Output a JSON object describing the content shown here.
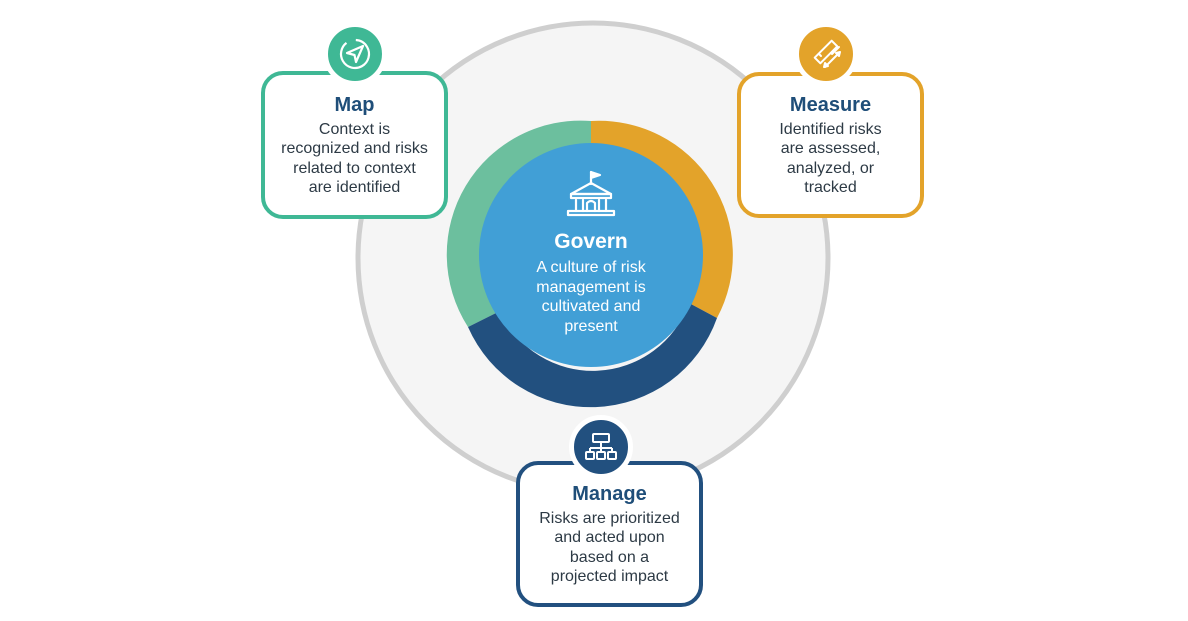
{
  "colors": {
    "map": "#3fb895",
    "measure": "#e3a32a",
    "manage": "#22507f",
    "govern": "#419fd6",
    "outer_ring": "#cfcfcf",
    "outer_fill": "#f5f5f5"
  },
  "govern": {
    "title": "Govern",
    "description": "A culture of risk\nmanagement is\ncultivated and\npresent",
    "icon": "building-icon"
  },
  "map": {
    "title": "Map",
    "description": "Context is\nrecognized and risks\nrelated to context\nare identified",
    "icon": "navigation-arrow-icon"
  },
  "measure": {
    "title": "Measure",
    "description": "Identified risks\nare assessed,\nanalyzed, or\ntracked",
    "icon": "ruler-icon"
  },
  "manage": {
    "title": "Manage",
    "description": "Risks are prioritized\nand acted upon\nbased on a\nprojected impact",
    "icon": "hierarchy-icon"
  }
}
